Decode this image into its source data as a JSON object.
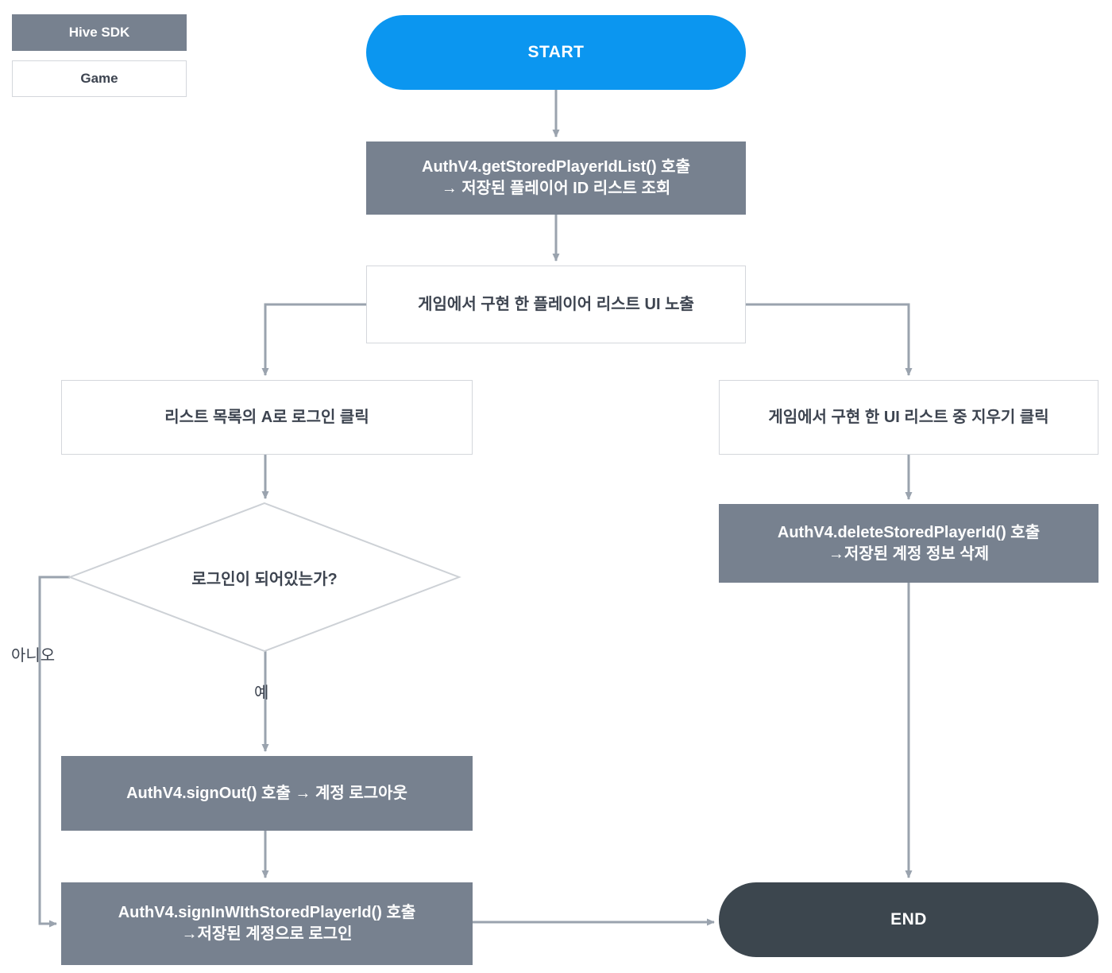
{
  "diagram": {
    "title_absent": true,
    "legend": {
      "sdk_label": "Hive SDK",
      "game_label": "Game"
    },
    "nodes": {
      "start": "START",
      "end": "END",
      "get_stored_list_line1": "AuthV4.getStoredPlayerIdList() 호출",
      "get_stored_list_line2": "→ 저장된 플레이어 ID 리스트 조회",
      "player_list_ui": "게임에서 구현 한 플레이어 리스트 UI 노출",
      "click_login_with_a": "리스트 목록의 A로 로그인 클릭",
      "click_delete_in_ui": "게임에서 구현 한 UI 리스트 중 지우기 클릭",
      "delete_stored_line1": "AuthV4.deleteStoredPlayerId() 호출",
      "delete_stored_line2": "→저장된 계정 정보 삭제",
      "decision": "로그인이 되어있는가?",
      "sign_out": "AuthV4.signOut() 호출 → 계정 로그아웃",
      "sign_in_line1": "AuthV4.signInWIthStoredPlayerId() 호출",
      "sign_in_line2": "→저장된 계정으로 로그인"
    },
    "edge_labels": {
      "no": "아니오",
      "yes": "예"
    },
    "colors": {
      "start_fill": "#0b96f0",
      "end_fill": "#3c464e",
      "sdk_fill": "#77818f",
      "game_fill": "#ffffff",
      "game_border": "#d4d7dc",
      "connector": "#9aa3ae",
      "decision_border": "#cdd1d6",
      "text_dark": "#3d4450",
      "text_light": "#ffffff"
    }
  }
}
